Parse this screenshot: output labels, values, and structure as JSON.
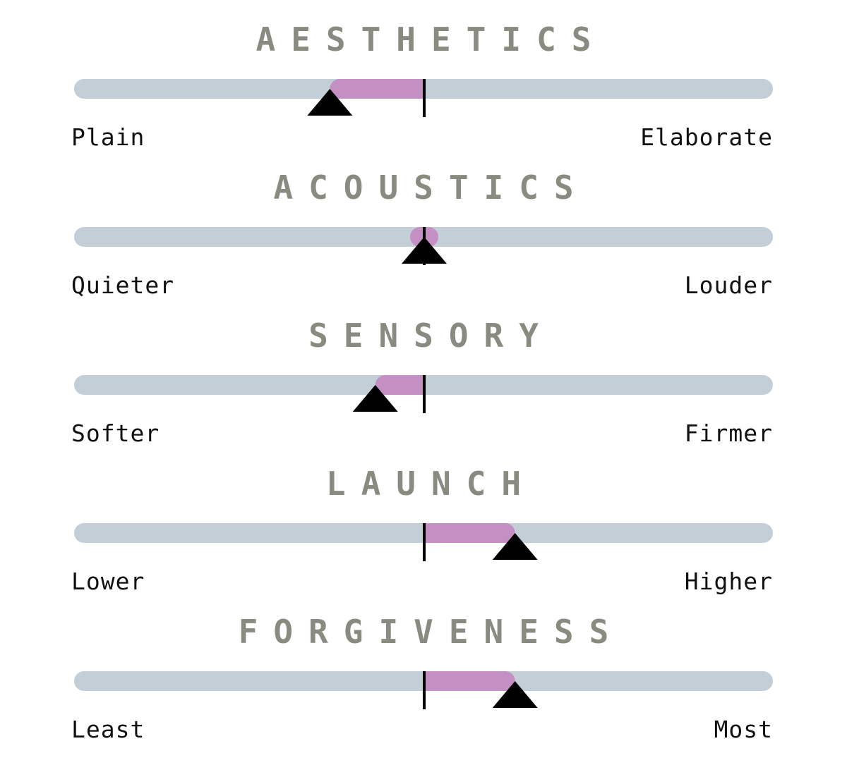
{
  "chart_data": {
    "type": "bar",
    "scale_range": [
      -1,
      1
    ],
    "colors": {
      "track": "#c3ced6",
      "fill": "#c490c4",
      "marker": "#000000",
      "title": "#8a8b80",
      "label": "#111111"
    },
    "scales": [
      {
        "title": "AESTHETICS",
        "left_label": "Plain",
        "right_label": "Elaborate",
        "value": -0.27
      },
      {
        "title": "ACOUSTICS",
        "left_label": "Quieter",
        "right_label": "Louder",
        "value": 0.0
      },
      {
        "title": "SENSORY",
        "left_label": "Softer",
        "right_label": "Firmer",
        "value": -0.14
      },
      {
        "title": "LAUNCH",
        "left_label": "Lower",
        "right_label": "Higher",
        "value": 0.26
      },
      {
        "title": "FORGIVENESS",
        "left_label": "Least",
        "right_label": "Most",
        "value": 0.26
      }
    ]
  }
}
